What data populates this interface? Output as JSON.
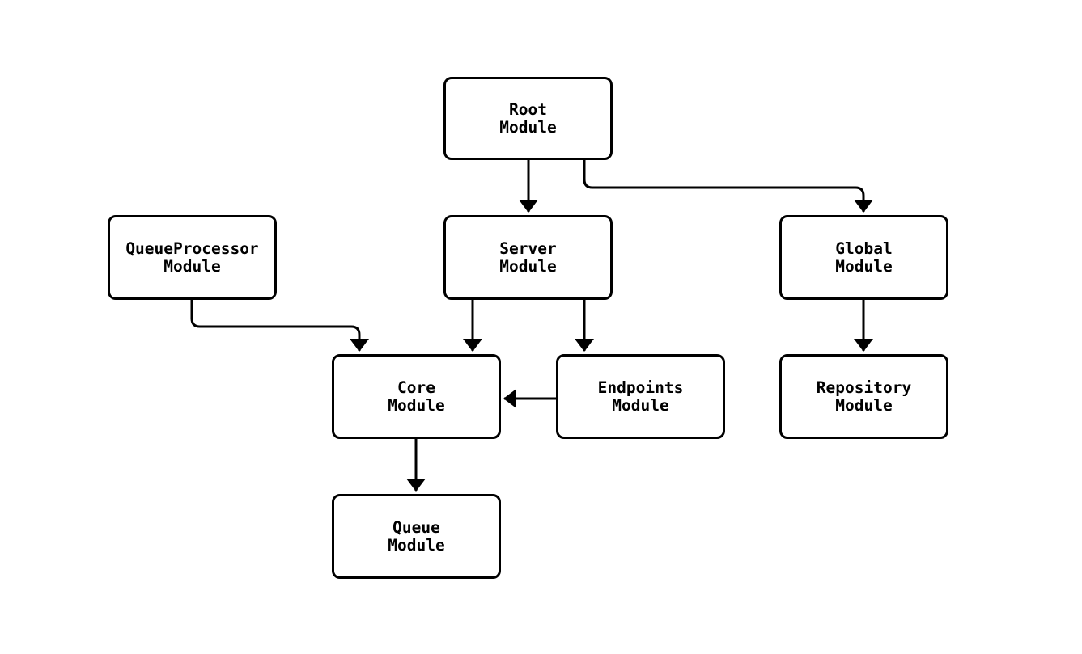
{
  "colors": {
    "background": "#ffffff",
    "node_fill": "#ffffff",
    "node_border": "#000000",
    "edge_stroke": "#000000",
    "label_text": "#000000"
  },
  "diagram": {
    "type": "flowchart",
    "direction": "top-down",
    "nodes": [
      {
        "id": "root",
        "label": "Root\nModule"
      },
      {
        "id": "queueprocessor",
        "label": "QueueProcessor\nModule"
      },
      {
        "id": "server",
        "label": "Server\nModule"
      },
      {
        "id": "global",
        "label": "Global\nModule"
      },
      {
        "id": "core",
        "label": "Core\nModule"
      },
      {
        "id": "endpoints",
        "label": "Endpoints\nModule"
      },
      {
        "id": "repository",
        "label": "Repository\nModule"
      },
      {
        "id": "queue",
        "label": "Queue\nModule"
      }
    ],
    "edges": [
      {
        "from": "Root Module",
        "to": "Server Module"
      },
      {
        "from": "Root Module",
        "to": "Global Module"
      },
      {
        "from": "QueueProcessor Module",
        "to": "Core Module"
      },
      {
        "from": "Server Module",
        "to": "Core Module"
      },
      {
        "from": "Server Module",
        "to": "Endpoints Module"
      },
      {
        "from": "Endpoints Module",
        "to": "Core Module"
      },
      {
        "from": "Global Module",
        "to": "Repository Module"
      },
      {
        "from": "Core Module",
        "to": "Queue Module"
      }
    ]
  }
}
